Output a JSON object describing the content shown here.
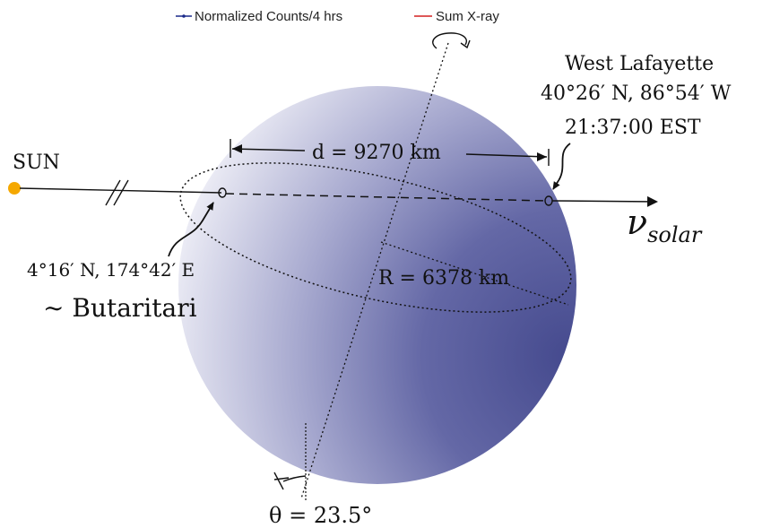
{
  "legend": {
    "items": [
      {
        "label": "Normalized Counts/4 hrs",
        "color": "#1a2a8a"
      },
      {
        "label": "Sum X-ray",
        "color": "#d42020"
      }
    ]
  },
  "sun": {
    "label": "SUN",
    "color": "#f5a800"
  },
  "detector": {
    "name": "West Lafayette",
    "coords": "40°26′ N, 86°54′ W",
    "time": "21:37:00 EST"
  },
  "antipode": {
    "coords": "4°16′ N, 174°42′ E",
    "name": "∼ Butaritari"
  },
  "distance_label": "d = 9270 km",
  "radius_label": "R = 6378 km",
  "neutrino": {
    "symbol": "ν",
    "subscript": "solar"
  },
  "tilt_label": "θ = 23.5°",
  "colors": {
    "globe_light": "#f0f0f8",
    "globe_dark": "#4a4f93",
    "line": "#111111"
  }
}
